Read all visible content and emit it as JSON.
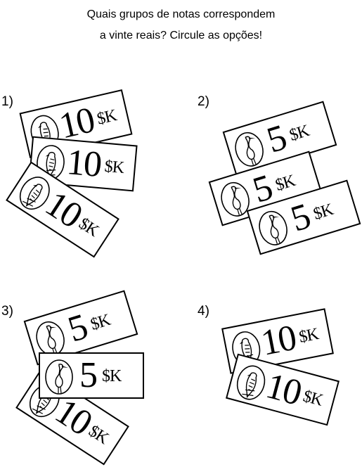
{
  "instructions": {
    "line1": "Quais grupos de notas correspondem",
    "line2": "a vinte reais? Circule as opções!"
  },
  "currency_symbol": "$K",
  "options": [
    {
      "label": "1)",
      "notes": [
        {
          "value": "10",
          "animal": "bird"
        },
        {
          "value": "10",
          "animal": "bird"
        },
        {
          "value": "10",
          "animal": "bird"
        }
      ]
    },
    {
      "label": "2)",
      "notes": [
        {
          "value": "5",
          "animal": "heron"
        },
        {
          "value": "5",
          "animal": "heron"
        },
        {
          "value": "5",
          "animal": "heron"
        }
      ]
    },
    {
      "label": "3)",
      "notes": [
        {
          "value": "5",
          "animal": "heron"
        },
        {
          "value": "5",
          "animal": "heron"
        },
        {
          "value": "10",
          "animal": "bird"
        }
      ]
    },
    {
      "label": "4)",
      "notes": [
        {
          "value": "10",
          "animal": "bird"
        },
        {
          "value": "10",
          "animal": "bird"
        }
      ]
    }
  ]
}
